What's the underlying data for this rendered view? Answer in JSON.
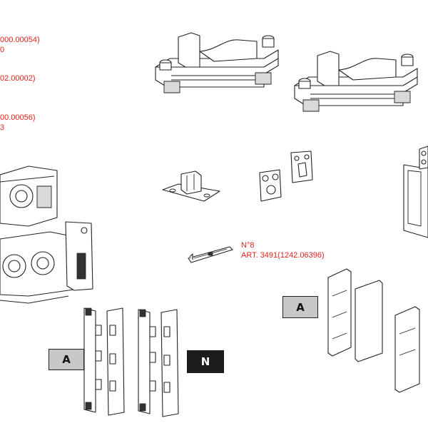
{
  "labels": {
    "l1": "000.00054)",
    "l1b": "0",
    "l2": "02.00002)",
    "l3": "00.00056)",
    "l3b": "3",
    "part8_number": "N°8",
    "part8_article": "ART. 3491(1242.06396)"
  },
  "tags": {
    "a_left": "A",
    "n": "N",
    "a_right": "A"
  },
  "colors": {
    "label_red": "#e2231a",
    "tag_grey": "#c8c8c8",
    "tag_dark": "#1c1c1c"
  }
}
